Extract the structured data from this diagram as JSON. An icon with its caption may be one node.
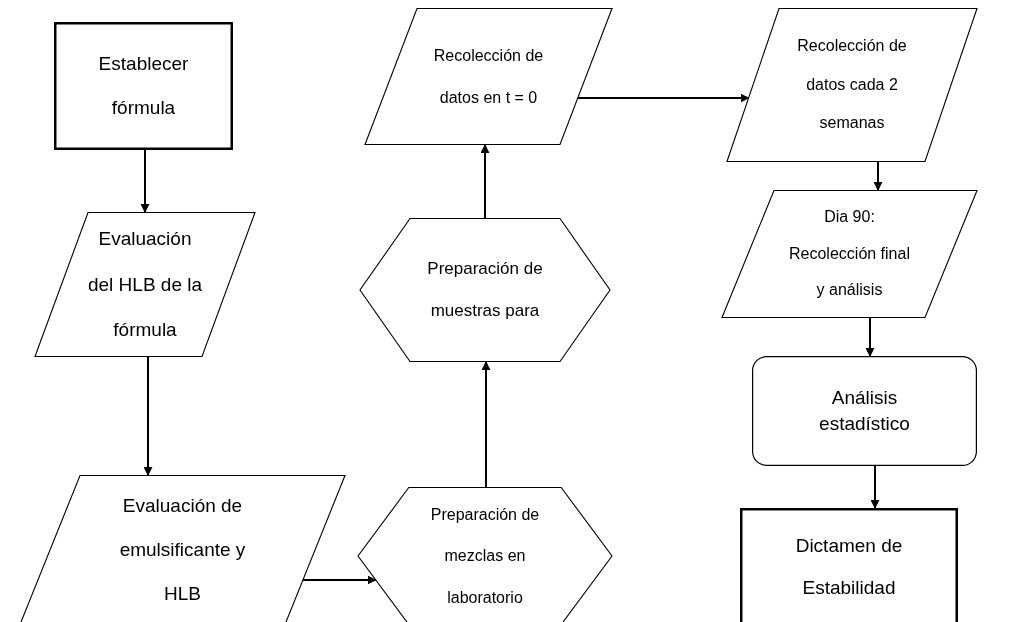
{
  "diagram": {
    "nodes": [
      {
        "text": [
          "Establecer fórmula"
        ]
      },
      {
        "text": [
          "Evaluación del HLB de la fórmula"
        ]
      },
      {
        "text": [
          "Evaluación de emulsificante y HLB"
        ]
      },
      {
        "text": [
          "Preparación de mezclas en laboratorio"
        ]
      },
      {
        "text": [
          "Preparación de muestras para"
        ]
      },
      {
        "text": [
          "Recolección de datos en t = 0"
        ]
      },
      {
        "text": [
          "Recolección de datos cada 2 semanas"
        ]
      },
      {
        "text": [
          "Dia 90: Recolección final y análisis"
        ]
      },
      {
        "text": [
          "Análisis estadístico"
        ]
      },
      {
        "text": [
          "Dictamen de Estabilidad"
        ]
      }
    ],
    "edges": [
      {
        "from": 0,
        "to": 1,
        "arrow": "to"
      },
      {
        "from": 1,
        "to": 2,
        "arrow": "to"
      },
      {
        "from": 2,
        "to": 3,
        "arrow": "to"
      },
      {
        "from": 3,
        "to": 4,
        "arrow": "to"
      },
      {
        "from": 4,
        "to": 5,
        "arrow": "to"
      },
      {
        "from": 5,
        "to": 6,
        "arrow": "to"
      },
      {
        "from": 6,
        "to": 7,
        "arrow": "to"
      },
      {
        "from": 7,
        "to": 8,
        "arrow": "to"
      },
      {
        "from": 8,
        "to": 9,
        "arrow": "to"
      }
    ]
  }
}
